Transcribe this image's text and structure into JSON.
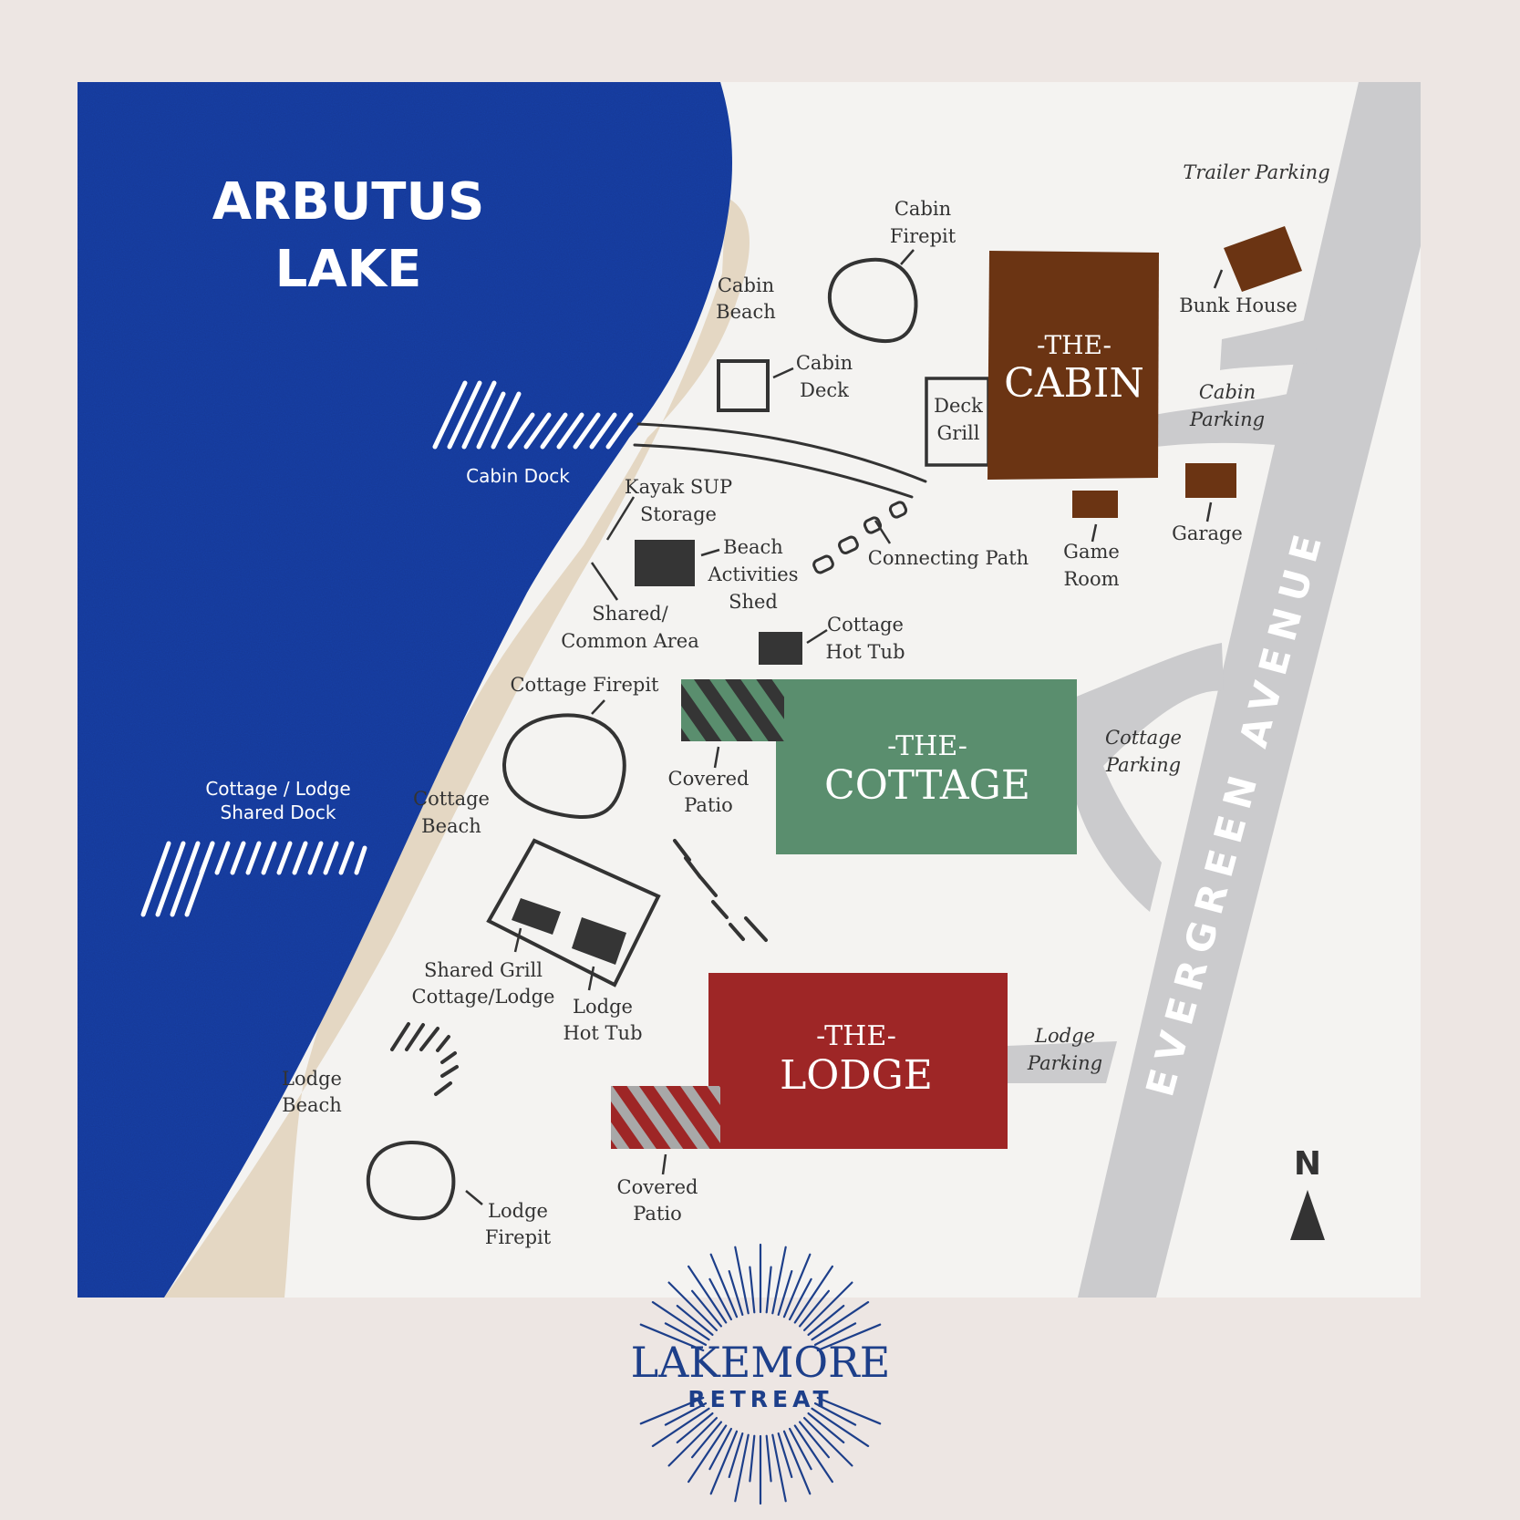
{
  "colors": {
    "background": "#ede6e3",
    "ground": "#f4f3f1",
    "lake": "#1d43a8",
    "beach": "#e4d7c3",
    "road": "#cbcbcd",
    "cabin": "#6b3413",
    "cottage": "#5a8e6e",
    "lodge": "#9e2626",
    "dark_feature": "#353535",
    "brand": "#1d3f8a"
  },
  "lake": {
    "line1": "ARBUTUS",
    "line2": "LAKE"
  },
  "road_label": "EVERGREEN AVENUE",
  "compass": "N",
  "buildings": {
    "cabin": {
      "prefix": "-THE-",
      "name": "CABIN"
    },
    "cottage": {
      "prefix": "-THE-",
      "name": "COTTAGE"
    },
    "lodge": {
      "prefix": "-THE-",
      "name": "LODGE"
    }
  },
  "labels": {
    "trailer_parking": "Trailer Parking",
    "cabin_firepit": [
      "Cabin",
      "Firepit"
    ],
    "cabin_beach": [
      "Cabin",
      "Beach"
    ],
    "cabin_deck": [
      "Cabin",
      "Deck"
    ],
    "deck_grill": [
      "Deck",
      "Grill"
    ],
    "bunk_house": "Bunk House",
    "cabin_parking": [
      "Cabin",
      "Parking"
    ],
    "cabin_dock": "Cabin Dock",
    "kayak_sup": [
      "Kayak SUP",
      "Storage"
    ],
    "beach_shed": [
      "Beach",
      "Activities",
      "Shed"
    ],
    "connecting_path": "Connecting Path",
    "game_room": [
      "Game",
      "Room"
    ],
    "garage": "Garage",
    "shared_common": [
      "Shared/",
      "Common Area"
    ],
    "cottage_hot_tub": [
      "Cottage",
      "Hot Tub"
    ],
    "cottage_firepit": "Cottage Firepit",
    "covered_patio_cottage": [
      "Covered",
      "Patio"
    ],
    "cottage_parking": [
      "Cottage",
      "Parking"
    ],
    "shared_dock": [
      "Cottage / Lodge",
      "Shared Dock"
    ],
    "cottage_beach": [
      "Cottage",
      "Beach"
    ],
    "shared_grill": [
      "Shared Grill",
      "Cottage/Lodge"
    ],
    "lodge_hot_tub": [
      "Lodge",
      "Hot Tub"
    ],
    "lodge_parking": [
      "Lodge",
      "Parking"
    ],
    "lodge_beach": [
      "Lodge",
      "Beach"
    ],
    "covered_patio_lodge": [
      "Covered",
      "Patio"
    ],
    "lodge_firepit": [
      "Lodge",
      "Firepit"
    ]
  },
  "logo": {
    "line1": "LAKEMORE",
    "line2": "RETREAT"
  }
}
